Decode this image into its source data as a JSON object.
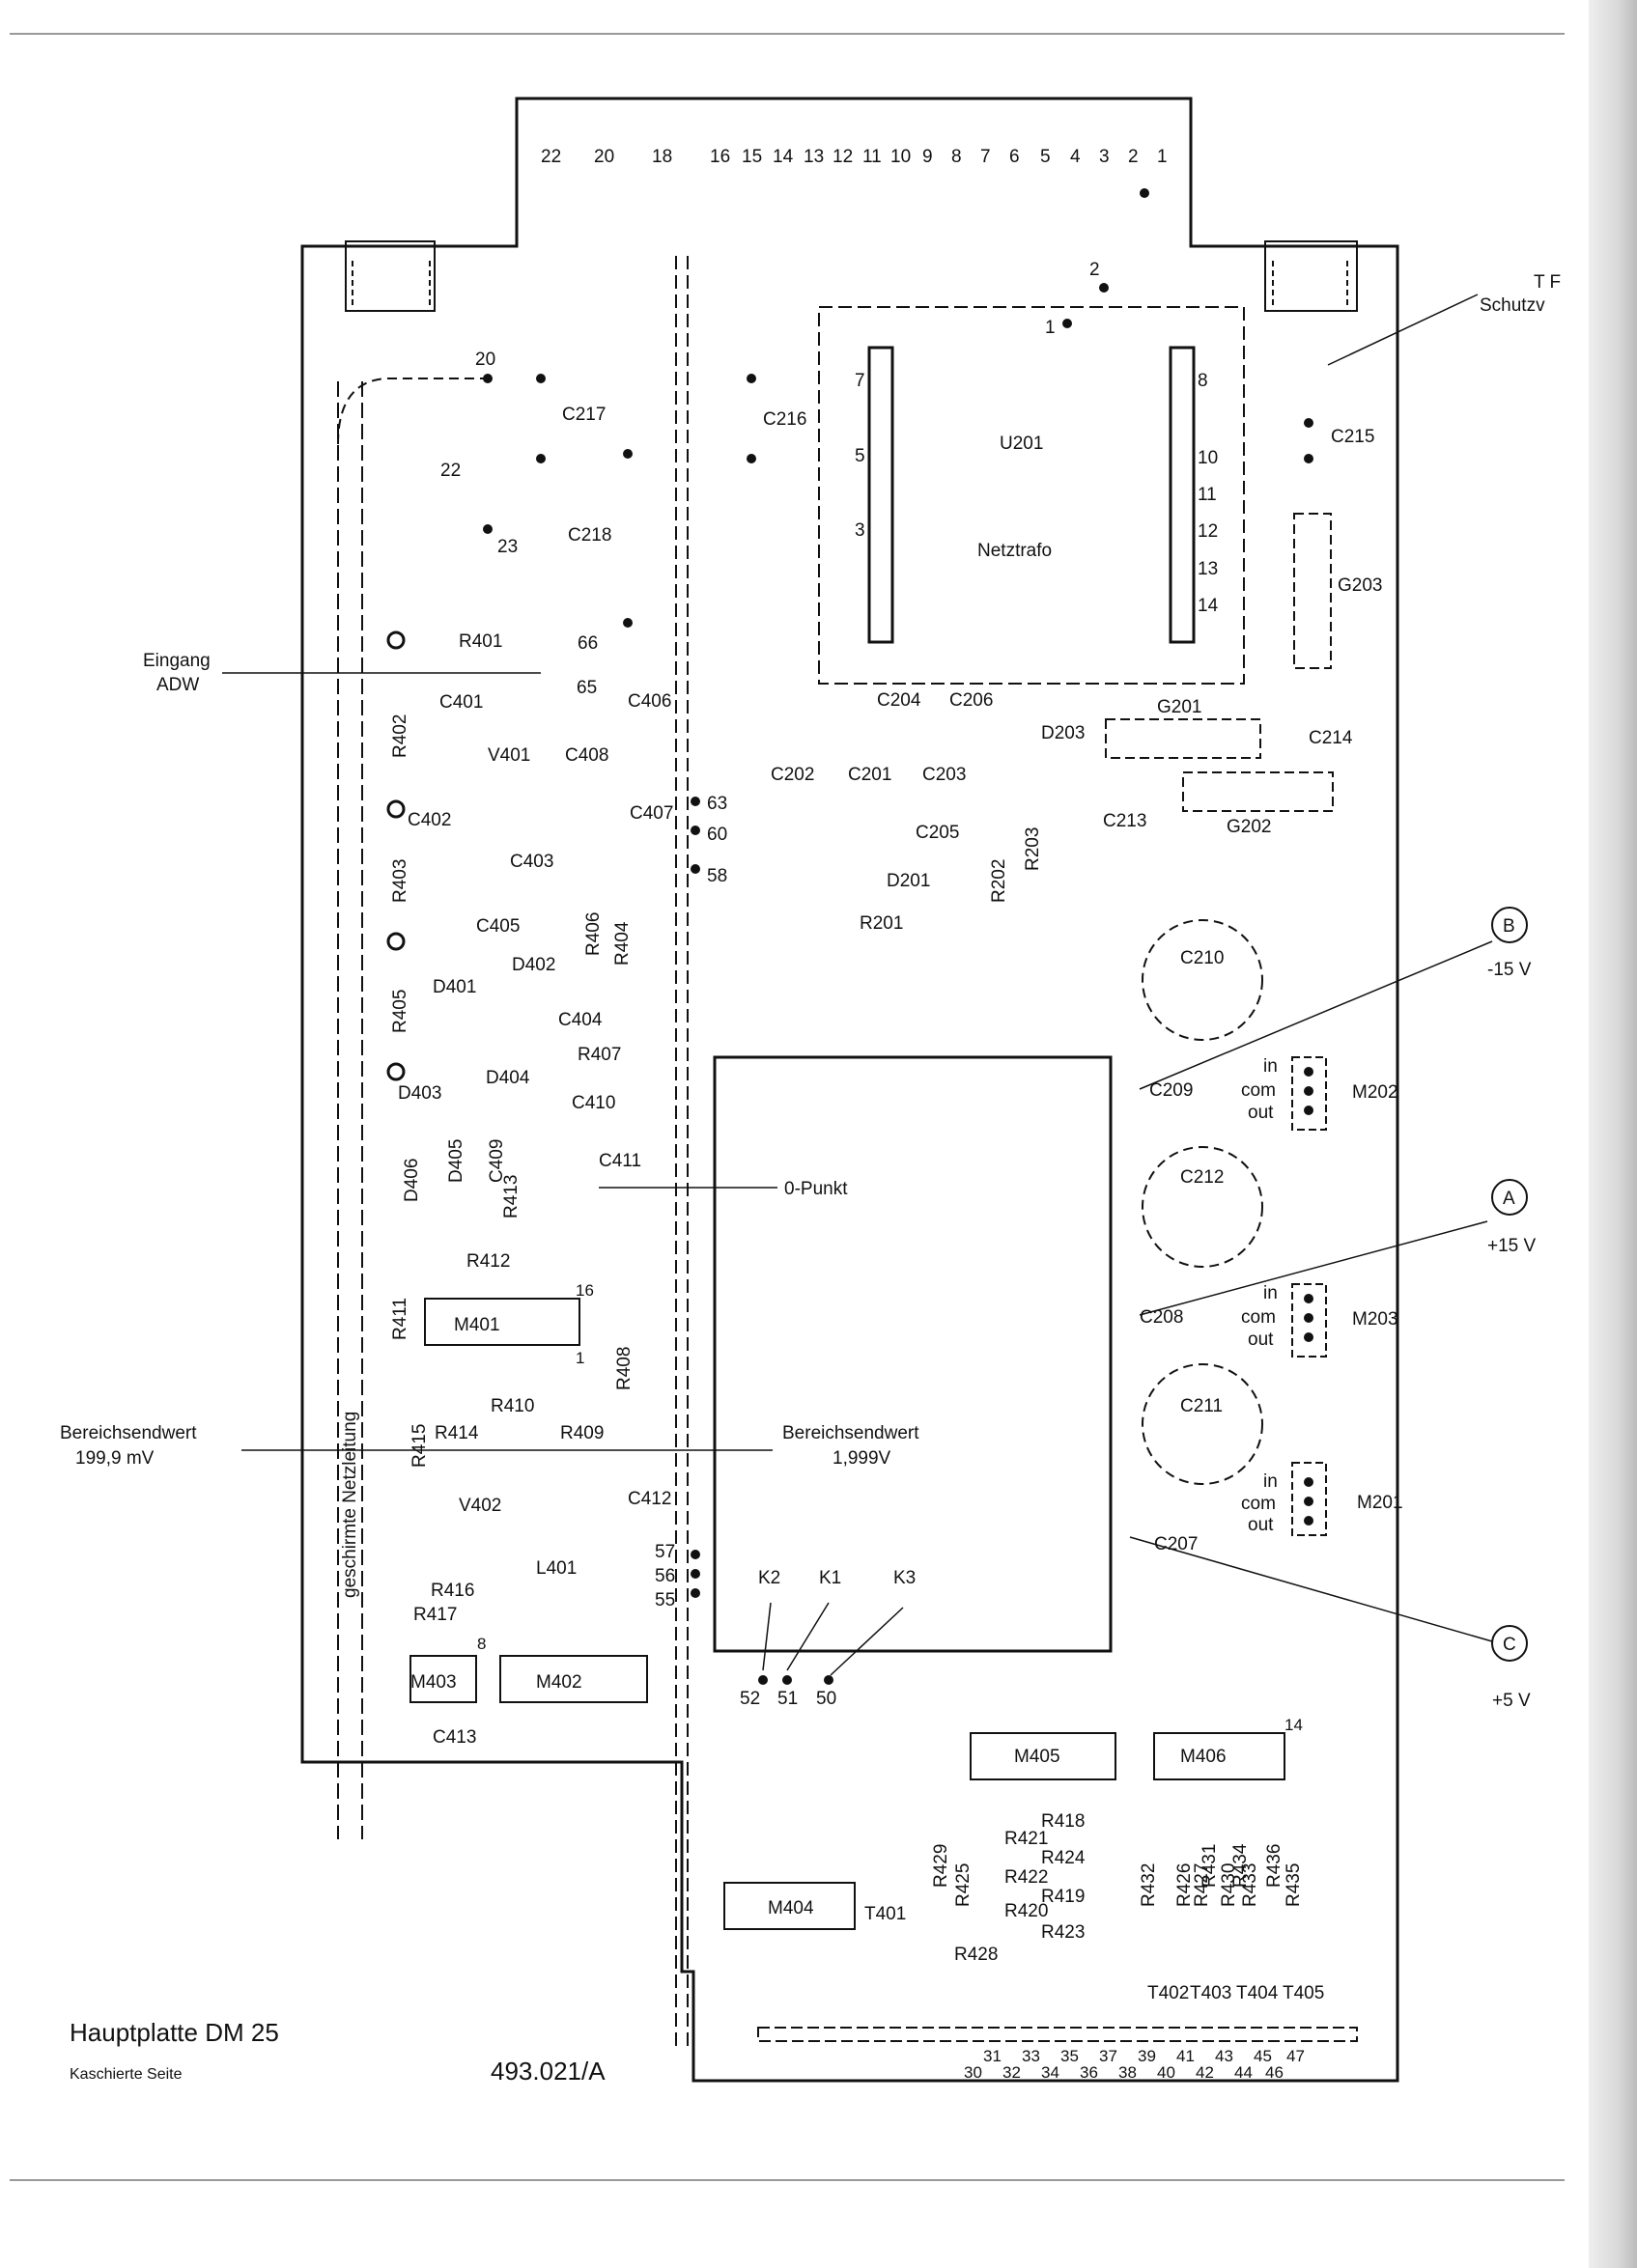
{
  "document": {
    "title": "Hauptplatte DM 25",
    "subtitle": "Kaschierte Seite",
    "doc_number": "493.021/A"
  },
  "connector": {
    "top_pins": [
      "22",
      "20",
      "18",
      "16",
      "15",
      "14",
      "13",
      "12",
      "11",
      "10",
      "9",
      "8",
      "7",
      "6",
      "5",
      "4",
      "3",
      "2",
      "1"
    ],
    "bottom_pins_odd": [
      "31",
      "33",
      "35",
      "37",
      "39",
      "41",
      "43",
      "45",
      "47"
    ],
    "bottom_pins_even": [
      "30",
      "32",
      "34",
      "36",
      "38",
      "40",
      "42",
      "44",
      "46"
    ]
  },
  "transformer": {
    "ref": "U201",
    "name": "Netztrafo",
    "left_pins": [
      "7",
      "5",
      "3"
    ],
    "right_pins": [
      "8",
      "10",
      "11",
      "12",
      "13",
      "14"
    ],
    "tap_labels": [
      "2",
      "1"
    ]
  },
  "annotations": {
    "tf": "T F",
    "tf_sub": "Schutzv",
    "eingang": "Eingang",
    "eingang_sub": "ADW",
    "nullpunkt": "0-Punkt",
    "bereich_left": "Bereichsendwert",
    "bereich_left_val": "199,9 mV",
    "bereich_right": "Bereichsendwert",
    "bereich_right_val": "1,999V",
    "shield_cable": "geschirmte Netzleitung",
    "circle_b": "B",
    "volt_b": "-15 V",
    "circle_a": "A",
    "volt_a": "+15 V",
    "circle_c": "C",
    "volt_c": "+5 V"
  },
  "wire_points": [
    "20",
    "22",
    "23",
    "66",
    "65",
    "63",
    "60",
    "58",
    "57",
    "56",
    "55",
    "52",
    "51",
    "50"
  ],
  "components": {
    "capacitors": [
      "C217",
      "C216",
      "C215",
      "C218",
      "C401",
      "C406",
      "C408",
      "C402",
      "C407",
      "C403",
      "C405",
      "C404",
      "C410",
      "C411",
      "C409",
      "C412",
      "C413",
      "C204",
      "C206",
      "C202",
      "C201",
      "C203",
      "C205",
      "C213",
      "C214",
      "C209",
      "C208",
      "C207",
      "C210",
      "C212",
      "C211"
    ],
    "resistors": [
      "R401",
      "R402",
      "R403",
      "R404",
      "R405",
      "R406",
      "R407",
      "R408",
      "R409",
      "R410",
      "R411",
      "R412",
      "R413",
      "R414",
      "R415",
      "R416",
      "R417",
      "R201",
      "R202",
      "R203",
      "R418",
      "R419",
      "R420",
      "R421",
      "R422",
      "R423",
      "R424",
      "R425",
      "R426",
      "R427",
      "R428",
      "R429",
      "R430",
      "R431",
      "R432",
      "R433",
      "R434",
      "R435",
      "R436"
    ],
    "diodes": [
      "V401",
      "D401",
      "D402",
      "D403",
      "D404",
      "D405",
      "D406",
      "D201",
      "D203",
      "V402",
      "L401"
    ],
    "rectifiers": [
      "G201",
      "G202",
      "G203"
    ],
    "ics": [
      "M401",
      "M402",
      "M403",
      "M404",
      "M405",
      "M406",
      "M201",
      "M202",
      "M203"
    ],
    "transistors": [
      "T401",
      "T402",
      "T403",
      "T404",
      "T405"
    ],
    "k_labels": [
      "K2",
      "K1",
      "K3"
    ],
    "pin_nums": [
      "16",
      "1",
      "8",
      "14"
    ],
    "module_io": [
      "in",
      "com",
      "out"
    ]
  }
}
